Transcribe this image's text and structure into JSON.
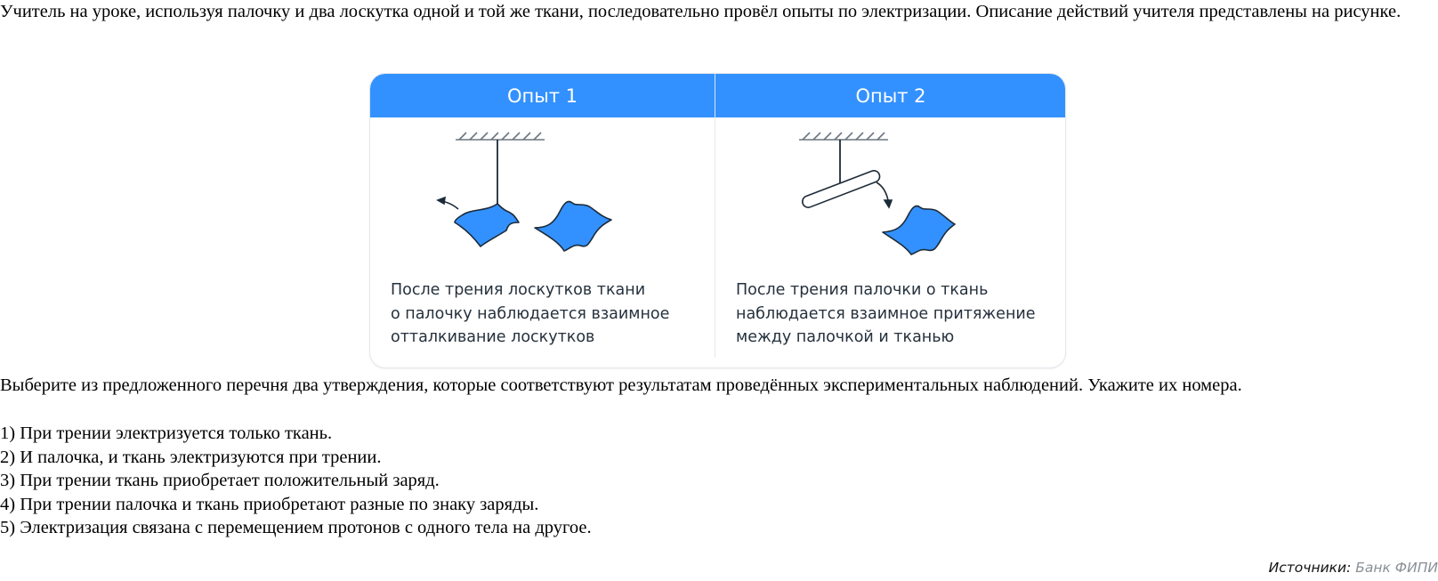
{
  "task": {
    "intro": "Учитель на уроке, используя палочку и два лоскутка одной и той же ткани, последовательно провёл опыты по электризации. Описание действий учителя представлены на рисунке.",
    "question": "Выберите из предложенного перечня два утверждения, которые соответствуют результатам проведённых экспериментальных наблюдений. Укажите их номера.",
    "options": [
      "1) При трении электризуется только ткань.",
      "2) И палочка, и ткань электризуются при трении.",
      "3) При трении ткань приобретает положительный заряд.",
      "4) При трении палочка и ткань приобретают разные по знаку заряды.",
      "5) Электризация связана с перемещением протонов с одного тела на другое."
    ]
  },
  "figure": {
    "header_color": "#3391ff",
    "cloth_color": "#3391ff",
    "experiments": [
      {
        "title": "Опыт 1",
        "caption": "После трения лоскутков ткани\nо палочку наблюдается взаимное\nотталкивание лоскутков",
        "icons": [
          "ceiling-hatch-icon",
          "thread-icon",
          "hanging-cloth-icon",
          "cloth-icon",
          "arrow-repel-icon"
        ]
      },
      {
        "title": "Опыт 2",
        "caption": "После трения палочки о ткань\nнаблюдается взаимное притяжение\nмежду палочкой и тканью",
        "icons": [
          "ceiling-hatch-icon",
          "thread-icon",
          "hanging-rod-icon",
          "cloth-icon",
          "arrow-attract-icon"
        ]
      }
    ]
  },
  "source": {
    "label": "Источники:",
    "value": "Банк ФИПИ"
  }
}
